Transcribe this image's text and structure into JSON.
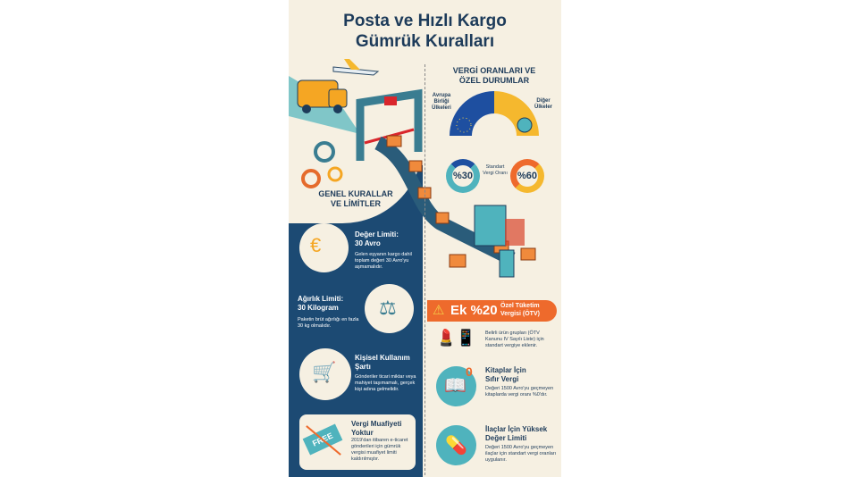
{
  "title": {
    "line1": "Posta ve Hızlı Kargo",
    "line2": "Gümrük Kuralları"
  },
  "colors": {
    "navy": "#1c4a73",
    "cream": "#f6f0e2",
    "orange": "#ee6a2c",
    "yellow": "#f5b82e",
    "teal": "#4fb3bd",
    "blue": "#1e4fa0"
  },
  "tax": {
    "heading1": "VERGİ ORANLARI VE",
    "heading2": "ÖZEL DURUMLAR",
    "eu_label": "Avrupa Birliği Ülkeleri",
    "other_label": "Diğer Ülkeler",
    "eu_rate": "%30",
    "other_rate": "%60",
    "standard_label": "Standart Vergi Oranı",
    "eu_rate_percent": 30,
    "other_rate_percent": 60
  },
  "general": {
    "heading1": "GENEL KURALLAR",
    "heading2": "VE LİMİTLER"
  },
  "rules": [
    {
      "title1": "Değer Limiti:",
      "title2": "30 Avro",
      "text": "Gelen eşyanın kargo dahil toplam değeri 30 Avro'yu aşmamalıdır.",
      "icon": "price-tag-coins-icon"
    },
    {
      "title1": "Ağırlık Limiti:",
      "title2": "30 Kilogram",
      "text": "Paketin brüt ağırlığı en fazla 30 kg olmalıdır.",
      "icon": "scale-icon"
    },
    {
      "title1": "Kişisel Kullanım",
      "title2": "Şartı",
      "text": "Gönderiler ticari miktar veya mahiyet taşımamalı, gerçek kişi adına gelmelidir.",
      "icon": "person-cart-icon"
    },
    {
      "title1": "Vergi Muafiyeti",
      "title2": "Yoktur",
      "text": "2019'dan itibaren e-ticaret gönderileri için gümrük vergisi muafiyet limiti kaldırılmıştır.",
      "icon": "free-tag-crossed-icon",
      "tag": "FREE"
    }
  ],
  "otv": {
    "big": "Ek %20",
    "label1": "Özel Tüketim",
    "label2": "Vergisi (ÖTV)",
    "text": "Belirli ürün grupları (ÖTV Kanunu IV Sayılı Liste) için standart vergiye eklenir."
  },
  "books": {
    "title1": "Kitaplar İçin",
    "title2": "Sıfır Vergi",
    "text": "Değeri 1500 Avro'yu geçmeyen kitaplarda vergi oranı %0'dır.",
    "badge": "0"
  },
  "meds": {
    "title1": "İlaçlar İçin Yüksek",
    "title2": "Değer Limiti",
    "text": "Değeri 1500 Avro'yu geçmeyen ilaçlar için standart vergi oranları uygulanır."
  }
}
